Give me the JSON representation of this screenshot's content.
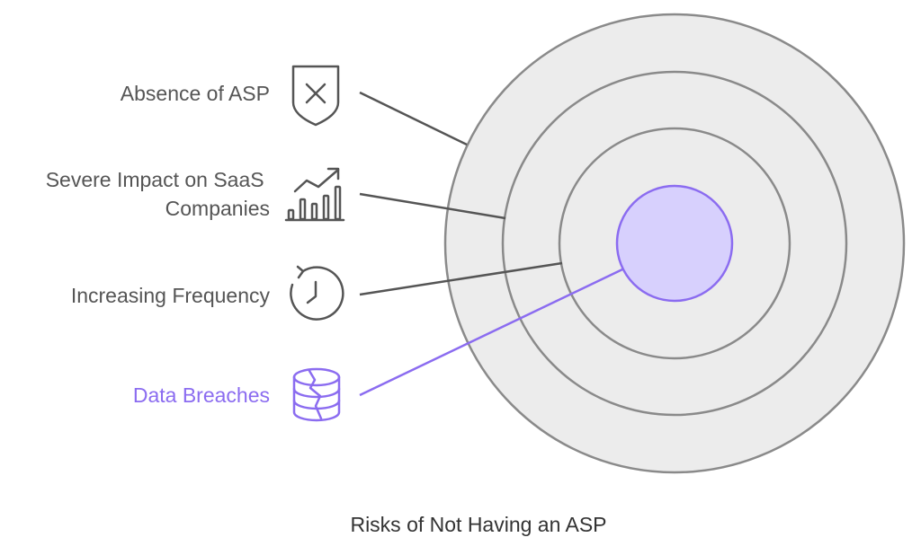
{
  "title": "Risks of Not Having an ASP",
  "colors": {
    "ring_fill": "#ececec",
    "ring_stroke": "#8a8a8a",
    "core_fill": "#d7d0fd",
    "core_stroke": "#8b6cf0",
    "text": "#555555",
    "highlight_text": "#8b6cf0",
    "connector": "#555555"
  },
  "layers": [
    {
      "id": "absence",
      "line1": "Absence of ASP",
      "line2": "",
      "icon": "shield-x-icon",
      "highlight": false
    },
    {
      "id": "impact",
      "line1": "Severe Impact on SaaS",
      "line2": "Companies",
      "icon": "trending-chart-icon",
      "highlight": false
    },
    {
      "id": "frequency",
      "line1": "Increasing Frequency",
      "line2": "",
      "icon": "history-clock-icon",
      "highlight": false
    },
    {
      "id": "breaches",
      "line1": "Data Breaches",
      "line2": "",
      "icon": "broken-database-icon",
      "highlight": true
    }
  ]
}
